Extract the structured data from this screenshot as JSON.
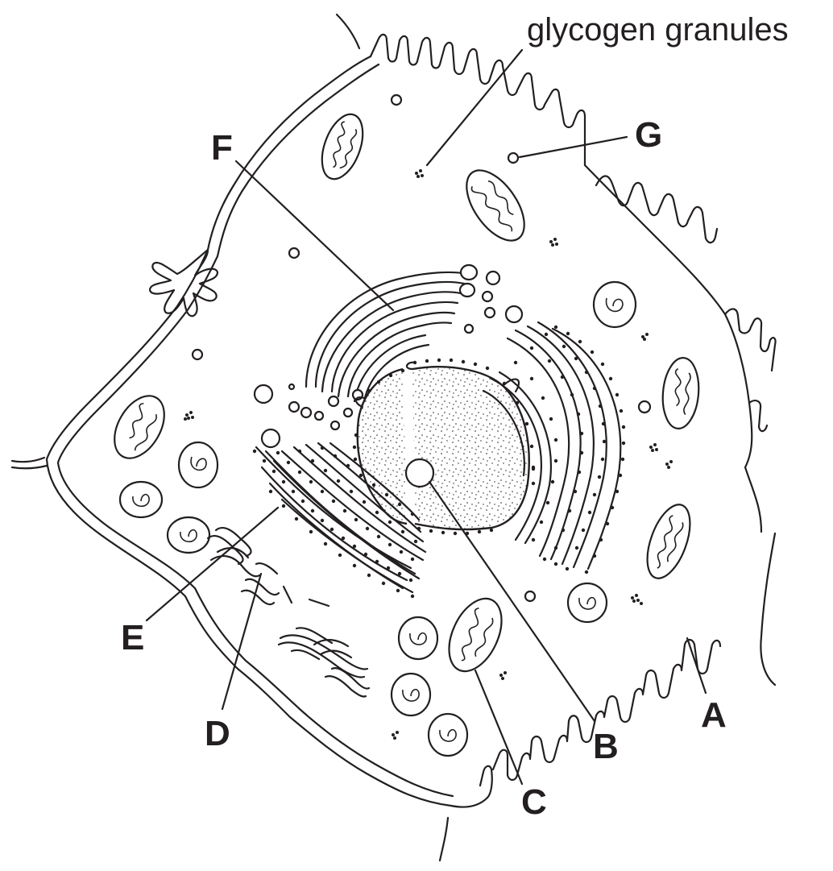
{
  "labels": {
    "glycogen": "glycogen granules",
    "G": "G",
    "F": "F",
    "E": "E",
    "D": "D",
    "C": "C",
    "B": "B",
    "A": "A"
  },
  "colors": {
    "ink": "#231f20",
    "background": "#ffffff"
  }
}
